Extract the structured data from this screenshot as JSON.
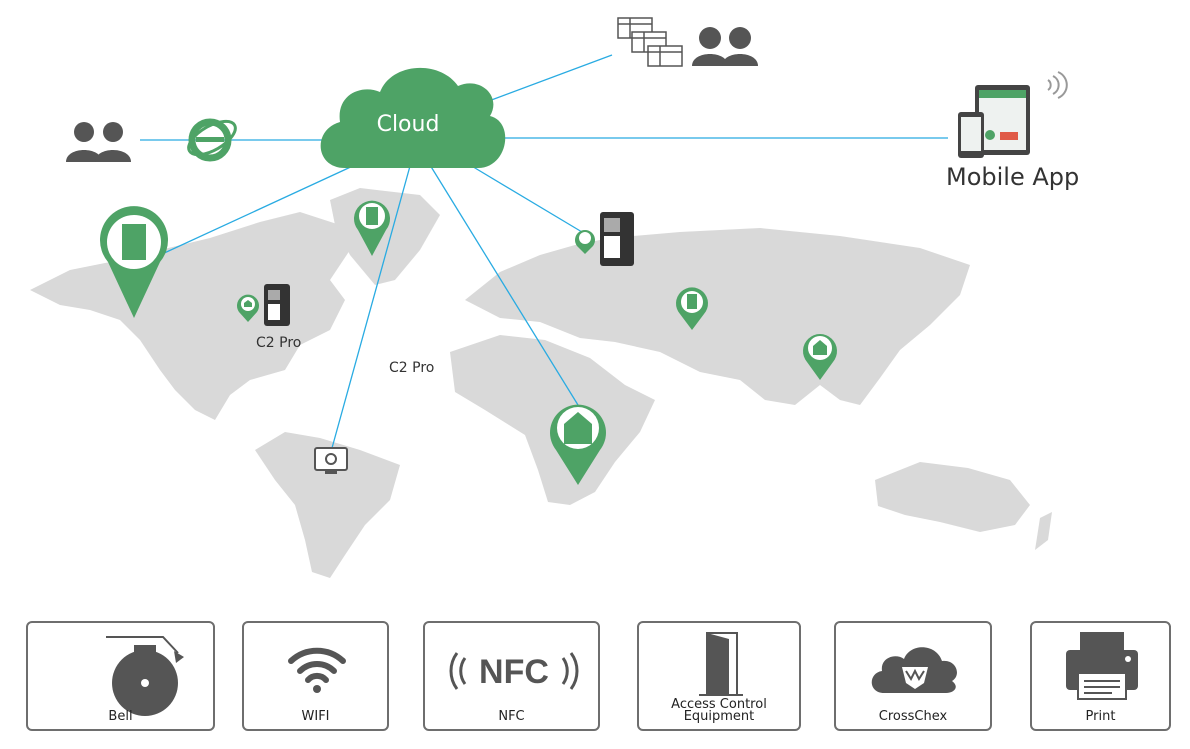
{
  "diagram": {
    "cloud_label": "Cloud",
    "mobile_app_label": "Mobile App",
    "device_labels": [
      "C2 Pro",
      "C2 Pro"
    ],
    "colors": {
      "green": "#4ea366",
      "line": "#29abe2",
      "map": "#d9d9d9",
      "icon_gray": "#555555"
    }
  },
  "features": [
    {
      "label": "Bell",
      "icon": "bell-icon"
    },
    {
      "label": "WIFI",
      "icon": "wifi-icon"
    },
    {
      "label": "NFC",
      "icon": "nfc-icon",
      "icon_text": "NFC"
    },
    {
      "label": "Access Control Equipment",
      "icon": "door-icon"
    },
    {
      "label": "CrossChex",
      "icon": "crosschex-cloud-icon"
    },
    {
      "label": "Print",
      "icon": "printer-icon"
    }
  ]
}
